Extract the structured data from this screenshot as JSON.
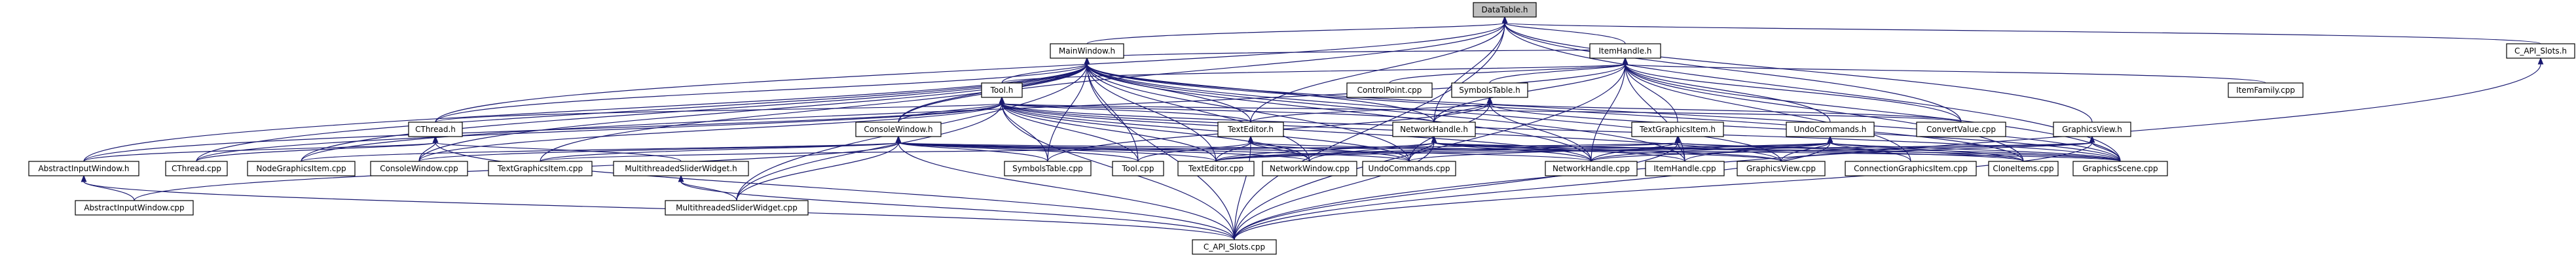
{
  "graph": {
    "arrow_color": "#191970",
    "root_fill": "#bfbfbf",
    "node_fill": "#ffffff",
    "nodes": [
      {
        "id": "DataTable.h",
        "label": "DataTable.h",
        "root": true
      },
      {
        "id": "MainWindow.h",
        "label": "MainWindow.h"
      },
      {
        "id": "ItemHandle.h",
        "label": "ItemHandle.h"
      },
      {
        "id": "C_API_Slots.h",
        "label": "C_API_Slots.h"
      },
      {
        "id": "Tool.h",
        "label": "Tool.h"
      },
      {
        "id": "ControlPoint.cpp",
        "label": "ControlPoint.cpp"
      },
      {
        "id": "SymbolsTable.h",
        "label": "SymbolsTable.h"
      },
      {
        "id": "ItemFamily.cpp",
        "label": "ItemFamily.cpp"
      },
      {
        "id": "CThread.h",
        "label": "CThread.h"
      },
      {
        "id": "ConsoleWindow.h",
        "label": "ConsoleWindow.h"
      },
      {
        "id": "TextEditor.h",
        "label": "TextEditor.h"
      },
      {
        "id": "NetworkHandle.h",
        "label": "NetworkHandle.h"
      },
      {
        "id": "TextGraphicsItem.h",
        "label": "TextGraphicsItem.h"
      },
      {
        "id": "UndoCommands.h",
        "label": "UndoCommands.h"
      },
      {
        "id": "ConvertValue.cpp",
        "label": "ConvertValue.cpp"
      },
      {
        "id": "GraphicsView.h",
        "label": "GraphicsView.h"
      },
      {
        "id": "AbstractInputWindow.h",
        "label": "AbstractInputWindow.h"
      },
      {
        "id": "CThread.cpp",
        "label": "CThread.cpp"
      },
      {
        "id": "NodeGraphicsItem.cpp",
        "label": "NodeGraphicsItem.cpp"
      },
      {
        "id": "ConsoleWindow.cpp",
        "label": "ConsoleWindow.cpp"
      },
      {
        "id": "TextGraphicsItem.cpp",
        "label": "TextGraphicsItem.cpp"
      },
      {
        "id": "MultithreadedSliderWidget.h",
        "label": "MultithreadedSliderWidget.h"
      },
      {
        "id": "SymbolsTable.cpp",
        "label": "SymbolsTable.cpp"
      },
      {
        "id": "Tool.cpp",
        "label": "Tool.cpp"
      },
      {
        "id": "TextEditor.cpp",
        "label": "TextEditor.cpp"
      },
      {
        "id": "NetworkWindow.cpp",
        "label": "NetworkWindow.cpp"
      },
      {
        "id": "UndoCommands.cpp",
        "label": "UndoCommands.cpp"
      },
      {
        "id": "NetworkHandle.cpp",
        "label": "NetworkHandle.cpp"
      },
      {
        "id": "ItemHandle.cpp",
        "label": "ItemHandle.cpp"
      },
      {
        "id": "GraphicsView.cpp",
        "label": "GraphicsView.cpp"
      },
      {
        "id": "ConnectionGraphicsItem.cpp",
        "label": "ConnectionGraphicsItem.cpp"
      },
      {
        "id": "CloneItems.cpp",
        "label": "CloneItems.cpp"
      },
      {
        "id": "GraphicsScene.cpp",
        "label": "GraphicsScene.cpp"
      },
      {
        "id": "AbstractInputWindow.cpp",
        "label": "AbstractInputWindow.cpp"
      },
      {
        "id": "MultithreadedSliderWidget.cpp",
        "label": "MultithreadedSliderWidget.cpp"
      },
      {
        "id": "C_API_Slots.cpp",
        "label": "C_API_Slots.cpp"
      }
    ],
    "edges": [
      [
        "MainWindow.h",
        "DataTable.h"
      ],
      [
        "ItemHandle.h",
        "DataTable.h"
      ],
      [
        "C_API_Slots.h",
        "DataTable.h"
      ],
      [
        "CThread.h",
        "DataTable.h"
      ],
      [
        "ConsoleWindow.h",
        "DataTable.h"
      ],
      [
        "TextEditor.h",
        "DataTable.h"
      ],
      [
        "NetworkHandle.h",
        "DataTable.h"
      ],
      [
        "GraphicsScene.cpp",
        "DataTable.h"
      ],
      [
        "GraphicsView.h",
        "DataTable.h"
      ],
      [
        "ConvertValue.cpp",
        "DataTable.h"
      ],
      [
        "C_API_Slots.cpp",
        "DataTable.h"
      ],
      [
        "Tool.h",
        "MainWindow.h"
      ],
      [
        "CThread.h",
        "MainWindow.h"
      ],
      [
        "ConsoleWindow.h",
        "MainWindow.h"
      ],
      [
        "TextEditor.h",
        "MainWindow.h"
      ],
      [
        "NetworkHandle.h",
        "MainWindow.h"
      ],
      [
        "AbstractInputWindow.h",
        "MainWindow.h"
      ],
      [
        "CThread.cpp",
        "MainWindow.h"
      ],
      [
        "NodeGraphicsItem.cpp",
        "MainWindow.h"
      ],
      [
        "ConsoleWindow.cpp",
        "MainWindow.h"
      ],
      [
        "TextGraphicsItem.cpp",
        "MainWindow.h"
      ],
      [
        "SymbolsTable.cpp",
        "MainWindow.h"
      ],
      [
        "Tool.cpp",
        "MainWindow.h"
      ],
      [
        "TextEditor.cpp",
        "MainWindow.h"
      ],
      [
        "NetworkWindow.cpp",
        "MainWindow.h"
      ],
      [
        "UndoCommands.cpp",
        "MainWindow.h"
      ],
      [
        "NetworkHandle.cpp",
        "MainWindow.h"
      ],
      [
        "ItemHandle.cpp",
        "MainWindow.h"
      ],
      [
        "GraphicsView.cpp",
        "MainWindow.h"
      ],
      [
        "CloneItems.cpp",
        "MainWindow.h"
      ],
      [
        "GraphicsScene.cpp",
        "MainWindow.h"
      ],
      [
        "C_API_Slots.cpp",
        "MainWindow.h"
      ],
      [
        "MultithreadedSliderWidget.cpp",
        "MainWindow.h"
      ],
      [
        "MainWindow.h",
        "ItemHandle.h"
      ],
      [
        "Tool.h",
        "ItemHandle.h"
      ],
      [
        "ControlPoint.cpp",
        "ItemHandle.h"
      ],
      [
        "SymbolsTable.h",
        "ItemHandle.h"
      ],
      [
        "ItemFamily.cpp",
        "ItemHandle.h"
      ],
      [
        "TextGraphicsItem.h",
        "ItemHandle.h"
      ],
      [
        "UndoCommands.h",
        "ItemHandle.h"
      ],
      [
        "NetworkHandle.h",
        "ItemHandle.h"
      ],
      [
        "ConvertValue.cpp",
        "ItemHandle.h"
      ],
      [
        "GraphicsScene.cpp",
        "ItemHandle.h"
      ],
      [
        "C_API_Slots.cpp",
        "ItemHandle.h"
      ],
      [
        "NodeGraphicsItem.cpp",
        "ItemHandle.h"
      ],
      [
        "NetworkHandle.cpp",
        "ItemHandle.h"
      ],
      [
        "ItemHandle.cpp",
        "ItemHandle.h"
      ],
      [
        "ConnectionGraphicsItem.cpp",
        "ItemHandle.h"
      ],
      [
        "CloneItems.cpp",
        "ItemHandle.h"
      ],
      [
        "C_API_Slots.cpp",
        "C_API_Slots.h"
      ],
      [
        "CThread.h",
        "Tool.h"
      ],
      [
        "ConsoleWindow.h",
        "Tool.h"
      ],
      [
        "TextEditor.h",
        "Tool.h"
      ],
      [
        "NetworkHandle.h",
        "Tool.h"
      ],
      [
        "AbstractInputWindow.h",
        "Tool.h"
      ],
      [
        "CThread.cpp",
        "Tool.h"
      ],
      [
        "ConsoleWindow.cpp",
        "Tool.h"
      ],
      [
        "SymbolsTable.cpp",
        "Tool.h"
      ],
      [
        "Tool.cpp",
        "Tool.h"
      ],
      [
        "TextEditor.cpp",
        "Tool.h"
      ],
      [
        "NetworkWindow.cpp",
        "Tool.h"
      ],
      [
        "UndoCommands.cpp",
        "Tool.h"
      ],
      [
        "NetworkHandle.cpp",
        "Tool.h"
      ],
      [
        "GraphicsView.cpp",
        "Tool.h"
      ],
      [
        "GraphicsScene.cpp",
        "Tool.h"
      ],
      [
        "C_API_Slots.cpp",
        "Tool.h"
      ],
      [
        "MultithreadedSliderWidget.cpp",
        "Tool.h"
      ],
      [
        "ConvertValue.cpp",
        "Tool.h"
      ],
      [
        "NetworkHandle.h",
        "SymbolsTable.h"
      ],
      [
        "TextEditor.h",
        "SymbolsTable.h"
      ],
      [
        "SymbolsTable.cpp",
        "SymbolsTable.h"
      ],
      [
        "ConvertValue.cpp",
        "SymbolsTable.h"
      ],
      [
        "NetworkHandle.cpp",
        "SymbolsTable.h"
      ],
      [
        "GraphicsScene.cpp",
        "SymbolsTable.h"
      ],
      [
        "UndoCommands.cpp",
        "SymbolsTable.h"
      ],
      [
        "AbstractInputWindow.h",
        "CThread.h"
      ],
      [
        "CThread.cpp",
        "CThread.h"
      ],
      [
        "MultithreadedSliderWidget.h",
        "CThread.h"
      ],
      [
        "ConsoleWindow.cpp",
        "CThread.h"
      ],
      [
        "C_API_Slots.cpp",
        "CThread.h"
      ],
      [
        "NodeGraphicsItem.cpp",
        "ConsoleWindow.h"
      ],
      [
        "ConsoleWindow.cpp",
        "ConsoleWindow.h"
      ],
      [
        "TextGraphicsItem.cpp",
        "ConsoleWindow.h"
      ],
      [
        "SymbolsTable.cpp",
        "ConsoleWindow.h"
      ],
      [
        "Tool.cpp",
        "ConsoleWindow.h"
      ],
      [
        "TextEditor.cpp",
        "ConsoleWindow.h"
      ],
      [
        "NetworkWindow.cpp",
        "ConsoleWindow.h"
      ],
      [
        "UndoCommands.cpp",
        "ConsoleWindow.h"
      ],
      [
        "NetworkHandle.cpp",
        "ConsoleWindow.h"
      ],
      [
        "GraphicsScene.cpp",
        "ConsoleWindow.h"
      ],
      [
        "C_API_Slots.cpp",
        "ConsoleWindow.h"
      ],
      [
        "MultithreadedSliderWidget.cpp",
        "ConsoleWindow.h"
      ],
      [
        "AbstractInputWindow.cpp",
        "ConsoleWindow.h"
      ],
      [
        "TextEditor.cpp",
        "TextEditor.h"
      ],
      [
        "NetworkWindow.cpp",
        "TextEditor.h"
      ],
      [
        "UndoCommands.cpp",
        "TextEditor.h"
      ],
      [
        "GraphicsView.cpp",
        "TextEditor.h"
      ],
      [
        "C_API_Slots.cpp",
        "TextEditor.h"
      ],
      [
        "Tool.cpp",
        "TextEditor.h"
      ],
      [
        "NetworkHandle.cpp",
        "NetworkHandle.h"
      ],
      [
        "NetworkWindow.cpp",
        "NetworkHandle.h"
      ],
      [
        "UndoCommands.cpp",
        "NetworkHandle.h"
      ],
      [
        "ItemHandle.cpp",
        "NetworkHandle.h"
      ],
      [
        "GraphicsView.cpp",
        "NetworkHandle.h"
      ],
      [
        "GraphicsScene.cpp",
        "NetworkHandle.h"
      ],
      [
        "CloneItems.cpp",
        "NetworkHandle.h"
      ],
      [
        "C_API_Slots.cpp",
        "NetworkHandle.h"
      ],
      [
        "TextEditor.cpp",
        "NetworkHandle.h"
      ],
      [
        "TextGraphicsItem.cpp",
        "TextGraphicsItem.h"
      ],
      [
        "TextEditor.cpp",
        "TextGraphicsItem.h"
      ],
      [
        "NetworkHandle.cpp",
        "TextGraphicsItem.h"
      ],
      [
        "ItemHandle.cpp",
        "TextGraphicsItem.h"
      ],
      [
        "GraphicsScene.cpp",
        "TextGraphicsItem.h"
      ],
      [
        "C_API_Slots.cpp",
        "TextGraphicsItem.h"
      ],
      [
        "CloneItems.cpp",
        "TextGraphicsItem.h"
      ],
      [
        "UndoCommands.cpp",
        "UndoCommands.h"
      ],
      [
        "NetworkHandle.cpp",
        "UndoCommands.h"
      ],
      [
        "ItemHandle.cpp",
        "UndoCommands.h"
      ],
      [
        "GraphicsView.cpp",
        "UndoCommands.h"
      ],
      [
        "ConnectionGraphicsItem.cpp",
        "UndoCommands.h"
      ],
      [
        "CloneItems.cpp",
        "UndoCommands.h"
      ],
      [
        "GraphicsScene.cpp",
        "UndoCommands.h"
      ],
      [
        "C_API_Slots.cpp",
        "UndoCommands.h"
      ],
      [
        "TextEditor.cpp",
        "UndoCommands.h"
      ],
      [
        "GraphicsView.cpp",
        "GraphicsView.h"
      ],
      [
        "GraphicsScene.cpp",
        "GraphicsView.h"
      ],
      [
        "C_API_Slots.cpp",
        "GraphicsView.h"
      ],
      [
        "NetworkHandle.cpp",
        "GraphicsView.h"
      ],
      [
        "TextEditor.cpp",
        "GraphicsView.h"
      ],
      [
        "AbstractInputWindow.cpp",
        "AbstractInputWindow.h"
      ],
      [
        "C_API_Slots.cpp",
        "AbstractInputWindow.h"
      ],
      [
        "MultithreadedSliderWidget.cpp",
        "MultithreadedSliderWidget.h"
      ],
      [
        "C_API_Slots.cpp",
        "MultithreadedSliderWidget.h"
      ]
    ]
  }
}
